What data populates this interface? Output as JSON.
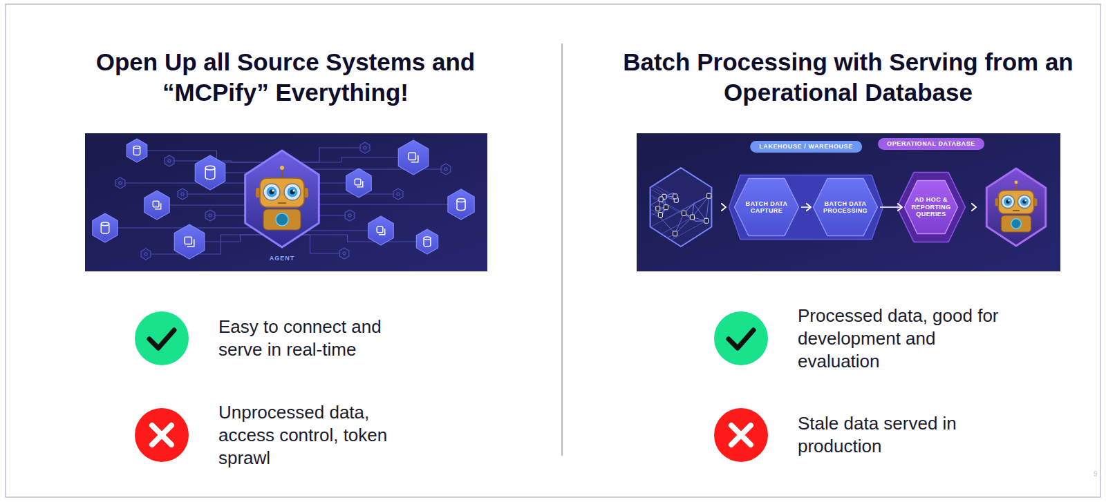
{
  "diagram": {
    "nodes": [
      {
        "text": [
          "LAKEHOUSE / WAREHOUSE"
        ]
      },
      {
        "text": [
          "BATCH DATA CAPTURE"
        ],
        "in": 0
      },
      {
        "text": [
          "BATCH DATA PROCESSING"
        ],
        "in": 0
      },
      {
        "text": [
          "OPERATIONAL DATABASE"
        ]
      },
      {
        "text": [
          "AD HOC & REPORTING QUERIES"
        ],
        "in": 3
      }
    ],
    "edges": [
      {
        "from": 1,
        "to": 2,
        "arrow": "to"
      },
      {
        "from": 2,
        "to": 4,
        "arrow": "to"
      }
    ],
    "labels": [
      "Open Up all Source Systems and “MCPify” Everything!",
      "Batch Processing with Serving from an Operational Database",
      "AGENT",
      "Easy to connect and serve in real-time",
      "Unprocessed data, access control, token sprawl",
      "Processed data, good for development and evaluation",
      "Stale data served in production",
      "9"
    ]
  }
}
